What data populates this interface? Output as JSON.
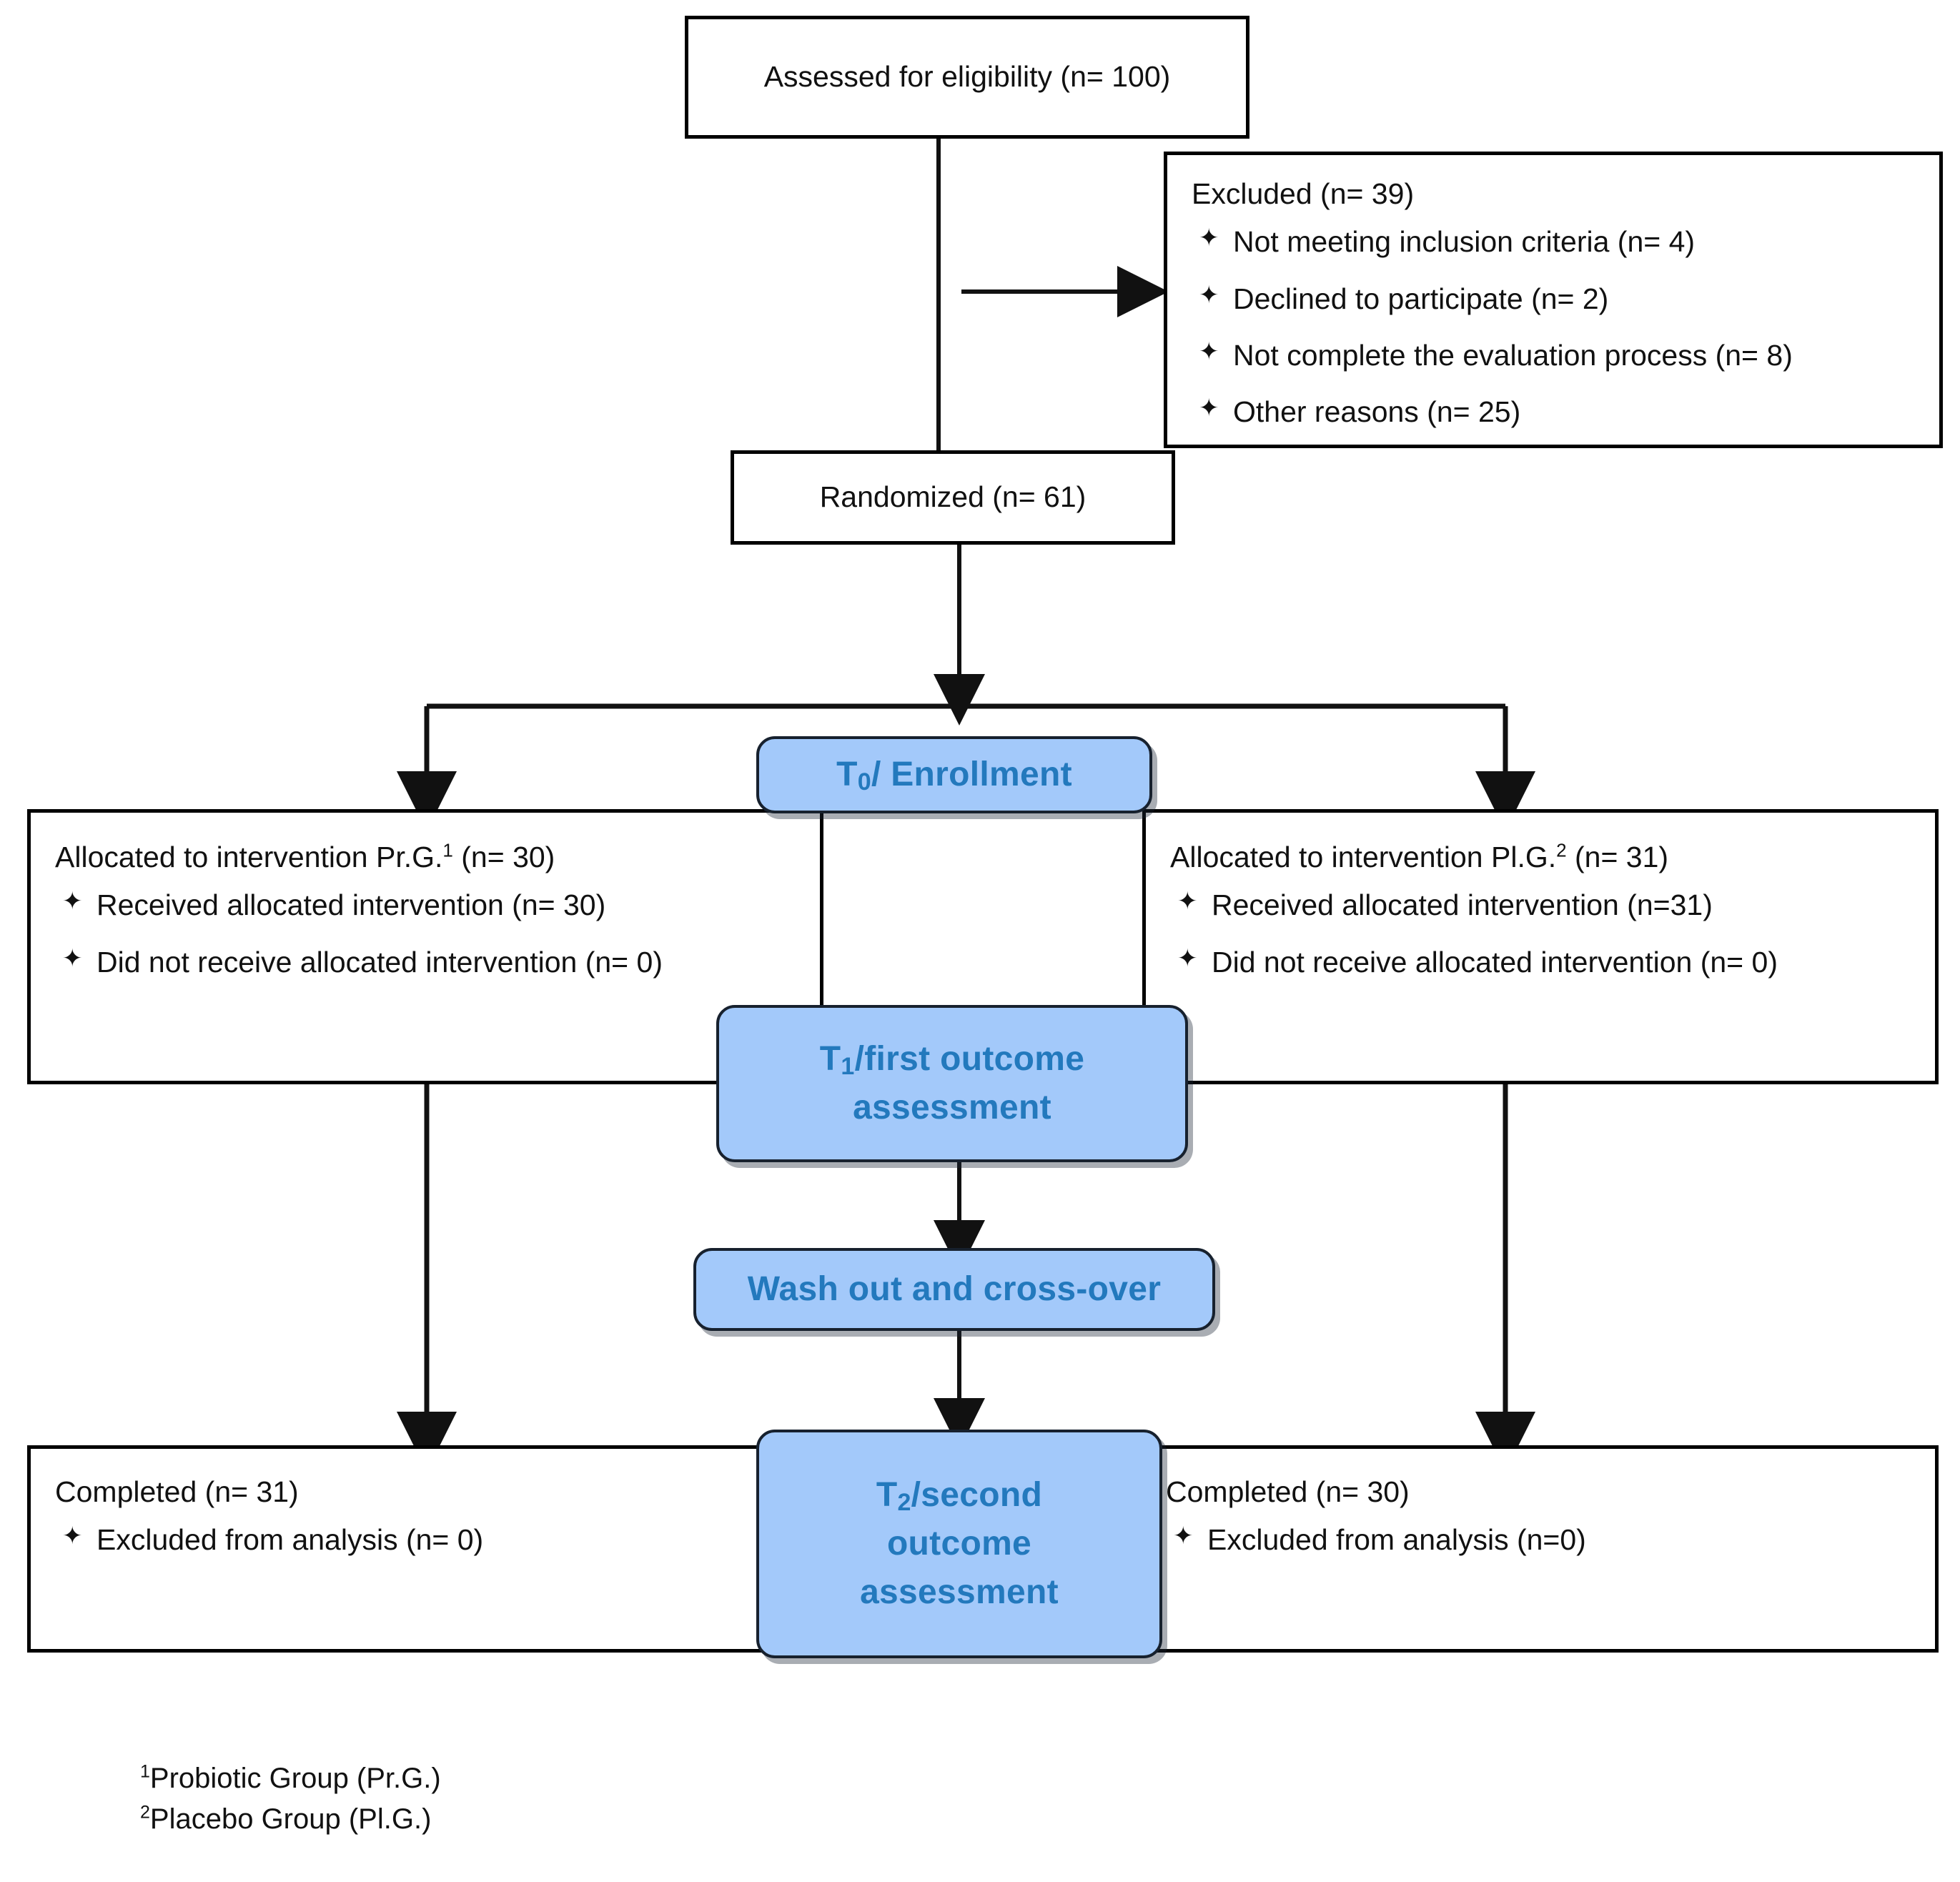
{
  "diagram": {
    "title": "CONSORT participant flow diagram",
    "accent_blue_fill": "#A3C9FA",
    "accent_blue_text": "#2379BD",
    "box_border": "#000000",
    "stage_border": "#17212E"
  },
  "eligibility": {
    "label": "Assessed for eligibility (n= 100)"
  },
  "excluded": {
    "heading": "Excluded (n= 39)",
    "reasons": [
      "Not meeting inclusion criteria (n= 4)",
      "Declined to participate (n= 2)",
      "Not complete the evaluation process (n= 8)",
      "Other reasons (n= 25)"
    ]
  },
  "randomized": {
    "label": "Randomized (n= 61)"
  },
  "stages": {
    "enrollment": {
      "prefix": "T",
      "index": "0",
      "label": "/ Enrollment"
    },
    "t1": {
      "prefix": "T",
      "index": "1",
      "label": "/first outcome assessment"
    },
    "washout": {
      "label": "Wash out and cross-over"
    },
    "t2": {
      "prefix": "T",
      "index": "2",
      "label": "/second outcome assessment"
    }
  },
  "allocation": {
    "left": {
      "heading_pre": "Allocated to intervention Pr.G.",
      "heading_sup": "1",
      "heading_post": " (n= 30)",
      "items": [
        "Received allocated intervention (n= 30)",
        "Did not receive allocated intervention (n= 0)"
      ]
    },
    "right": {
      "heading_pre": "Allocated to intervention Pl.G.",
      "heading_sup": "2",
      "heading_post": " (n= 31)",
      "items": [
        "Received allocated intervention (n=31)",
        "Did not receive allocated intervention (n= 0)"
      ]
    }
  },
  "completion": {
    "left": {
      "heading": "Completed (n= 31)",
      "items": [
        "Excluded from analysis (n= 0)"
      ]
    },
    "right": {
      "heading": "Completed (n= 30)",
      "items": [
        "Excluded from analysis (n=0)"
      ]
    }
  },
  "footnotes": [
    {
      "marker": "1",
      "text": "Probiotic Group (Pr.G.)"
    },
    {
      "marker": "2",
      "text": "Placebo Group (Pl.G.)"
    }
  ],
  "icons": {
    "bullet": "✦"
  }
}
